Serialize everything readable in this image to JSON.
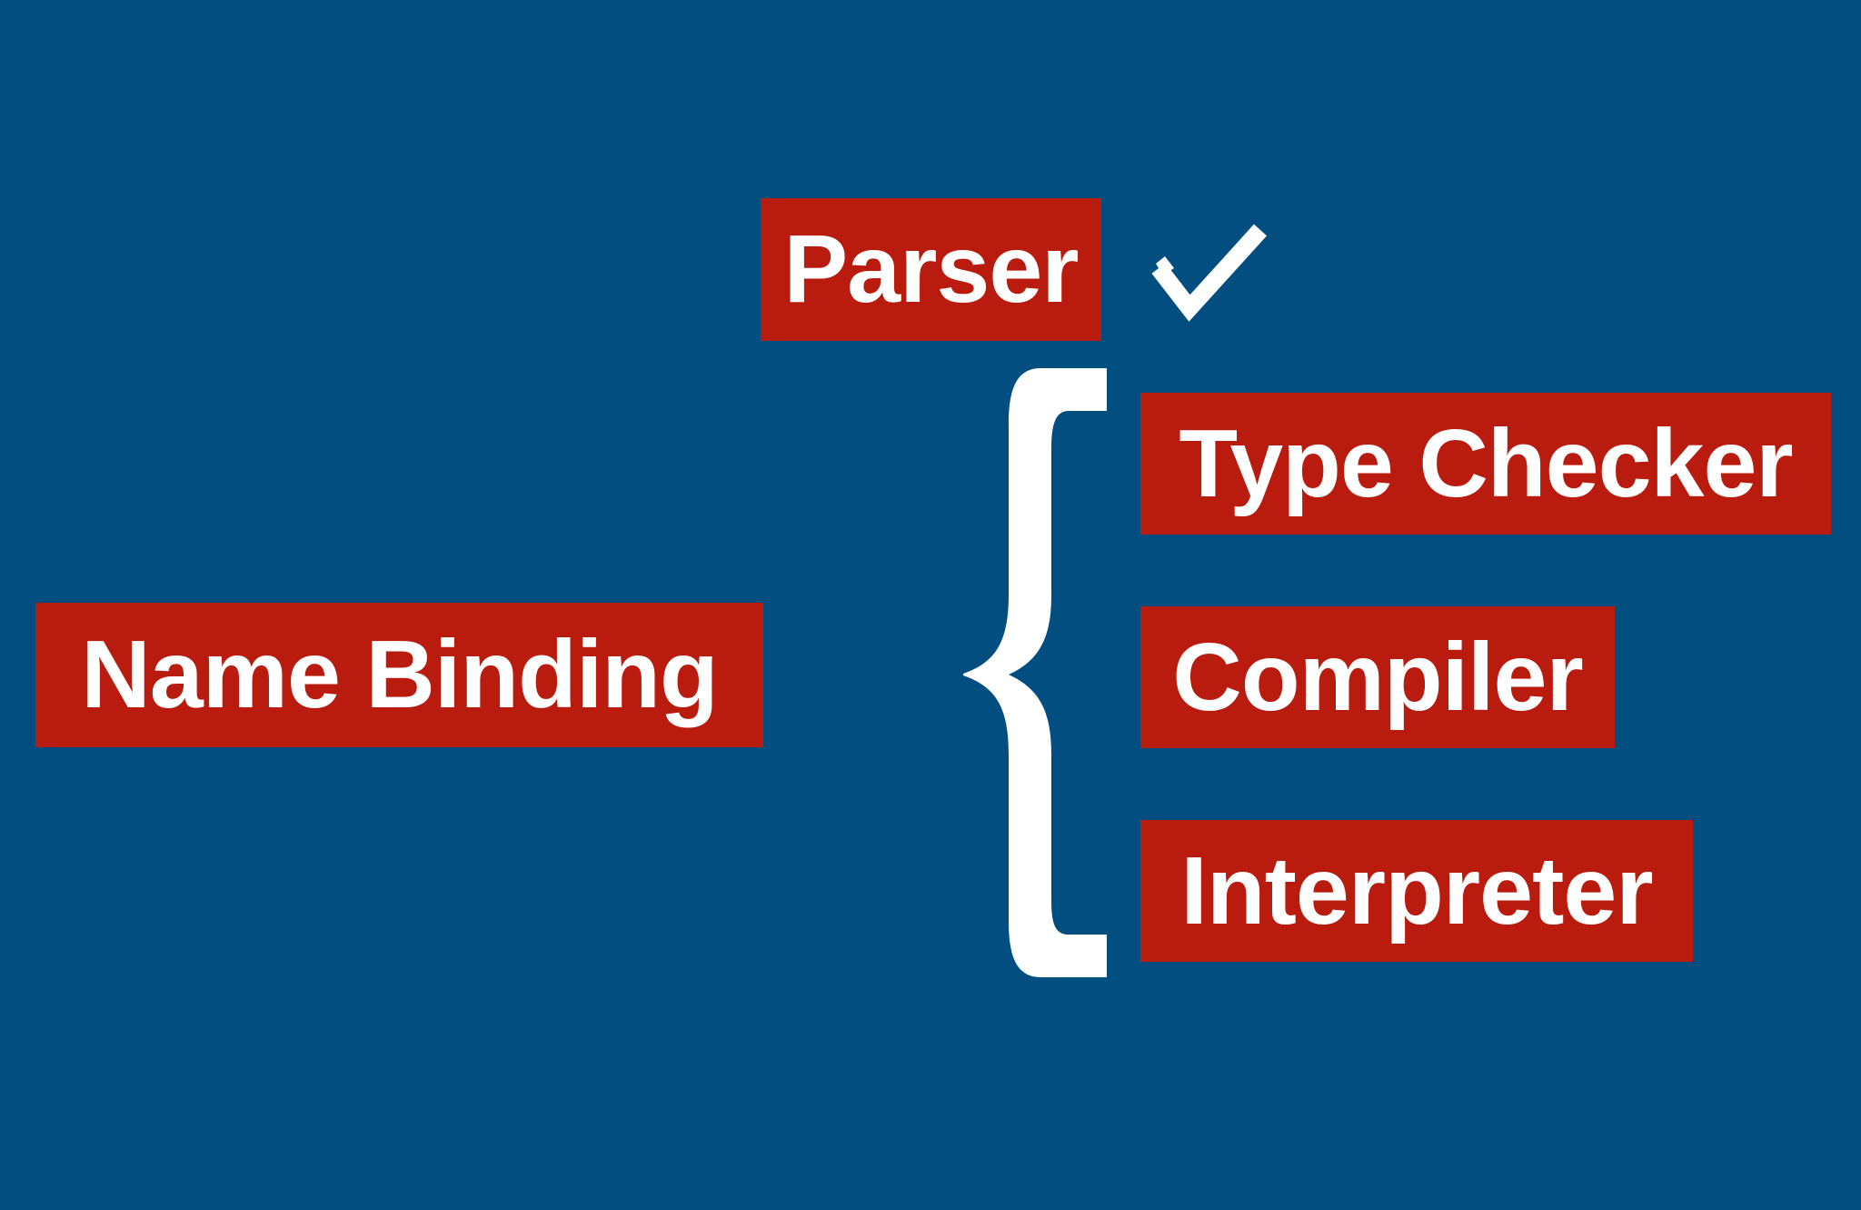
{
  "colors": {
    "background": "#024e80",
    "box": "#b91b0e",
    "text": "#ffffff",
    "accent_shapes": "#ffffff"
  },
  "diagram": {
    "nodes": {
      "parser": {
        "label": "Parser",
        "checked": true
      },
      "name_binding": {
        "label": "Name Binding"
      },
      "type_checker": {
        "label": "Type Checker"
      },
      "compiler": {
        "label": "Compiler"
      },
      "interpreter": {
        "label": "Interpreter"
      }
    },
    "grouping": {
      "brace_groups": [
        "Type Checker",
        "Compiler",
        "Interpreter"
      ],
      "brace_label_left": "Name Binding"
    },
    "icons": {
      "checkmark": "hand-drawn-checkmark-icon",
      "brace": "left-curly-brace-shape"
    }
  }
}
